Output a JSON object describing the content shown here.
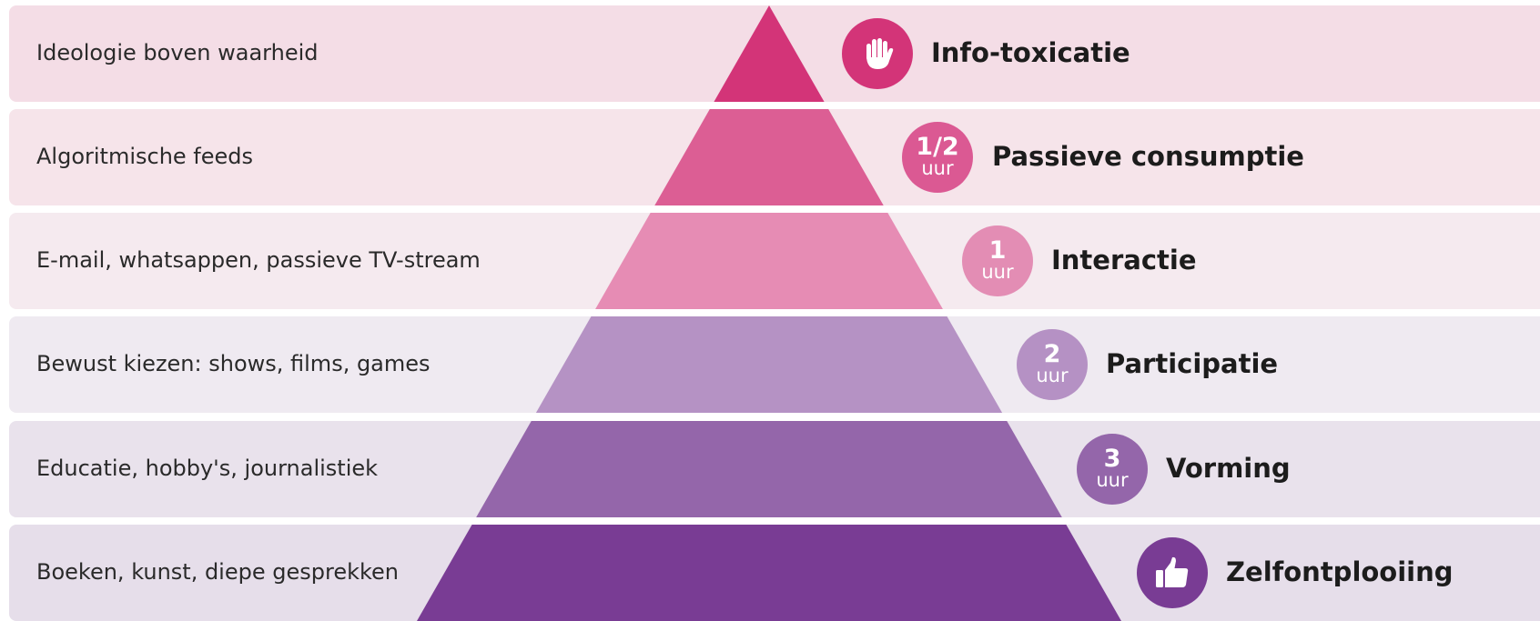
{
  "levels": [
    {
      "description": "Ideologie boven waarheid",
      "label": "Info-toxicatie",
      "icon": "stop-hand-icon",
      "badge_color": "#d33478",
      "row_color": "#f4dde6",
      "tier_color": "#d33478"
    },
    {
      "description": "Algoritmische feeds",
      "label": "Passieve consumptie",
      "badge_number": "1/2",
      "badge_unit": "uur",
      "badge_color": "#db5993",
      "row_color": "#f6e4ea",
      "tier_color": "#dc5e94"
    },
    {
      "description": "E-mail, whatsappen, passieve TV-stream",
      "label": "Interactie",
      "badge_number": "1",
      "badge_unit": "uur",
      "badge_color": "#e38db4",
      "row_color": "#f5eaef",
      "tier_color": "#e68cb4"
    },
    {
      "description": "Bewust kiezen: shows, films, games",
      "label": "Participatie",
      "badge_number": "2",
      "badge_unit": "uur",
      "badge_color": "#b591c4",
      "row_color": "#efeaf1",
      "tier_color": "#b592c4"
    },
    {
      "description": "Educatie, hobby's, journalistiek",
      "label": "Vorming",
      "badge_number": "3",
      "badge_unit": "uur",
      "badge_color": "#9466aa",
      "row_color": "#e9e2ec",
      "tier_color": "#9466aa"
    },
    {
      "description": "Boeken, kunst, diepe gesprekken",
      "label": "Zelfontplooiing",
      "icon": "thumbs-up-icon",
      "badge_color": "#793c94",
      "row_color": "#e6deea",
      "tier_color": "#793c94"
    }
  ]
}
